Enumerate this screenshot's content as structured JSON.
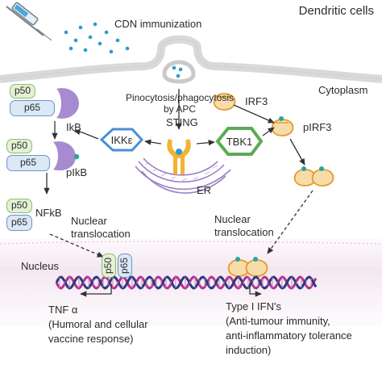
{
  "title": "Dendritic cells",
  "immunization": "CDN immunization",
  "uptake": [
    "Pinocytosis/phagocytosis",
    "by APC"
  ],
  "cytoplasm": "Cytoplasm",
  "nucleus": "Nucleus",
  "sting": "STING",
  "er": "ER",
  "ikke": "IKKε",
  "tbk1": "TBK1",
  "irf3": "IRF3",
  "pirf3": "pIRF3",
  "p50": "p50",
  "p65": "p65",
  "ikb": "IkB",
  "pikb": "pIkB",
  "nfkb": "NFkB",
  "nuclear_translocation_left": [
    "Nuclear",
    "translocation"
  ],
  "nuclear_translocation_right": [
    "Nuclear",
    "translocation"
  ],
  "tnf": "TNF α",
  "tnf_effect": [
    "(Humoral and cellular",
    "vaccine response)"
  ],
  "ifn": "Type I IFN's",
  "ifn_effect": [
    "(Anti-tumour immunity,",
    "anti-inflammatory tolerance",
    "induction)"
  ],
  "colors": {
    "membrane": "#c9c9c9",
    "nucleus_fill": "#f3e6f1",
    "ikb_purple": "#a78bd0",
    "ikke_blue": "#4a8fd6",
    "tbk1_green": "#5daa55",
    "irf3_fill": "#f6dcaa",
    "irf3_stroke": "#e79a2b",
    "phospho_teal": "#2aa4a0",
    "dna_pink": "#b0338f",
    "dna_navy": "#2e3880",
    "cdn_dots": "#2a9bd2",
    "er_purple": "#9b80c4",
    "sting_yellow": "#f2b233"
  }
}
